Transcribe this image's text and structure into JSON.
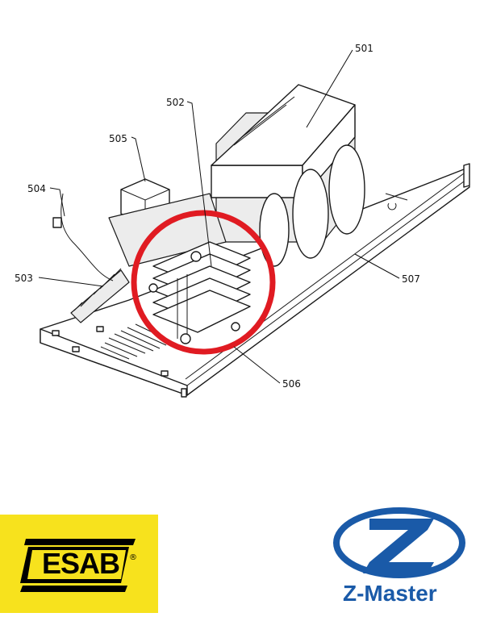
{
  "callouts": {
    "c501": "501",
    "c502": "502",
    "c503": "503",
    "c504": "504",
    "c505": "505",
    "c506": "506",
    "c507": "507"
  },
  "highlight": {
    "color": "#e01b22",
    "target": "506"
  },
  "logos": {
    "esab": {
      "text": "ESAB",
      "registered": "®",
      "background": "#f7e21d"
    },
    "zmaster": {
      "text": "Z-Master",
      "color": "#1a5aa8"
    }
  }
}
